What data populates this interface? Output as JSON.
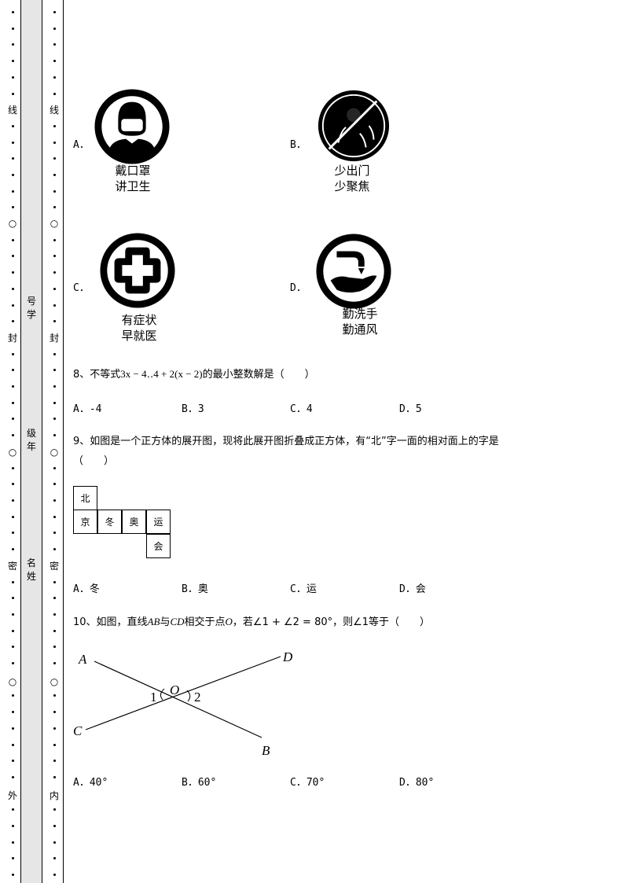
{
  "margin": {
    "outer_marks": [
      "线",
      "○",
      "封",
      "○",
      "密",
      "○",
      "外"
    ],
    "inner_marks": [
      "线",
      "○",
      "封",
      "○",
      "密",
      "○",
      "内"
    ],
    "fields": [
      [
        "号",
        "学"
      ],
      [
        "级",
        "年"
      ],
      [
        "名",
        "姓"
      ]
    ]
  },
  "q7": {
    "options": [
      {
        "letter": "A．",
        "icon": "mask-person-icon",
        "line1": "戴口罩",
        "line2": "讲卫生"
      },
      {
        "letter": "B．",
        "icon": "crowd-prohibited-icon",
        "line1": "少出门",
        "line2": "少聚焦"
      },
      {
        "letter": "C．",
        "icon": "medical-cross-icon",
        "line1": "有症状",
        "line2": "早就医"
      },
      {
        "letter": "D．",
        "icon": "hand-washing-icon",
        "line1": "勤洗手",
        "line2": "勤通风"
      }
    ]
  },
  "q8": {
    "prefix": "8、不等式",
    "formula": "3x − 4‥4 + 2(x − 2)",
    "suffix": "的最小整数解是（　　）",
    "options": [
      "A．-4",
      "B．3",
      "C．4",
      "D．5"
    ]
  },
  "q9": {
    "line1": "9、如图是一个正方体的展开图，现将此展开图折叠成正方体，有“北”字一面的相对面上的字是",
    "line2": "（　　）",
    "net": {
      "top": "北",
      "row": [
        "京",
        "冬",
        "奥",
        "运"
      ],
      "bottom": "会"
    },
    "options": [
      "A．冬",
      "B．奥",
      "C．运",
      "D．会"
    ]
  },
  "q10": {
    "text_a": "10、如图，直线",
    "ab": "AB",
    "text_b": "与",
    "cd": "CD",
    "text_c": "相交于点",
    "o": "O",
    "text_d": "，若∠1 + ∠2 = 80°，则∠1等于（　　）",
    "labels": {
      "A": "A",
      "B": "B",
      "C": "C",
      "D": "D",
      "O": "O",
      "one": "1",
      "two": "2"
    },
    "options": [
      "A．40°",
      "B．60°",
      "C．70°",
      "D．80°"
    ]
  }
}
